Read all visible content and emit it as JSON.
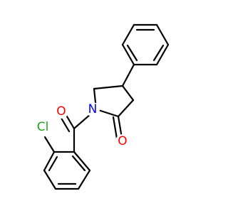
{
  "molecule": {
    "atoms": [
      {
        "id": "O1",
        "label": "O",
        "color": "#ff0000"
      },
      {
        "id": "Cl",
        "label": "Cl",
        "color": "#1fa01f"
      },
      {
        "id": "N",
        "label": "N",
        "color": "#0000ff"
      },
      {
        "id": "O2",
        "label": "O",
        "color": "#ff0000"
      }
    ],
    "bond_color": "#000000",
    "background": "#ffffff"
  }
}
